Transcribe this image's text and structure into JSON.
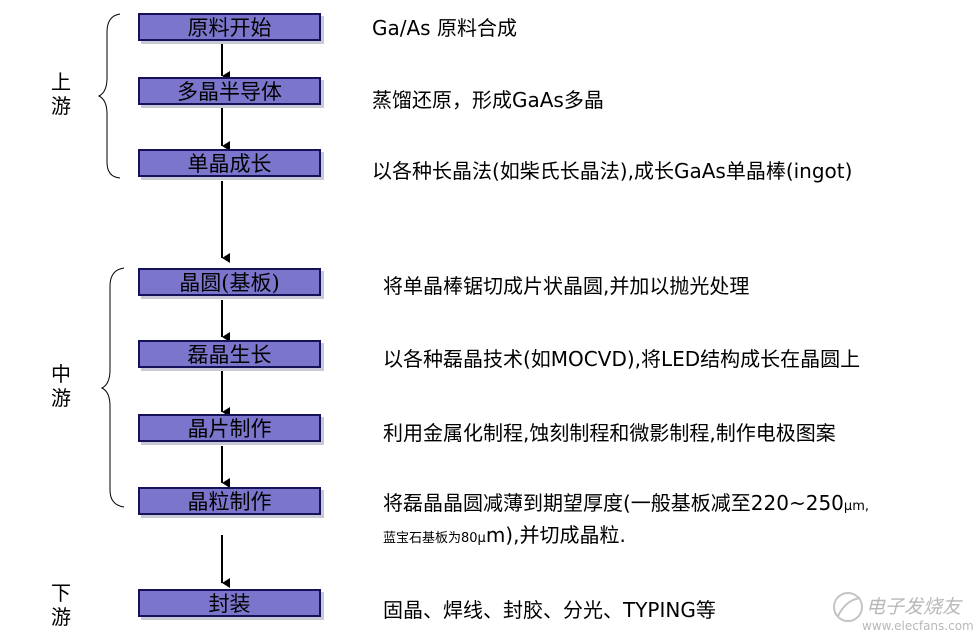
{
  "stages": {
    "upstream": [
      "上",
      "游"
    ],
    "midstream": [
      "中",
      "游"
    ],
    "downstream": [
      "下",
      "游"
    ]
  },
  "steps": [
    {
      "label": "原料开始",
      "desc": "Ga/As  原料合成"
    },
    {
      "label": "多晶半导体",
      "desc": "蒸馏还原，形成GaAs多晶"
    },
    {
      "label": "单晶成长",
      "desc": "以各种长晶法(如柴氏长晶法),成长GaAs单晶棒(ingot)"
    },
    {
      "label": "晶圆(基板)",
      "desc": "将单晶棒锯切成片状晶圆,并加以抛光处理"
    },
    {
      "label": "磊晶生长",
      "desc": "以各种磊晶技术(如MOCVD),将LED结构成长在晶圆上"
    },
    {
      "label": "晶片制作",
      "desc": "利用金属化制程,蚀刻制程和微影制程,制作电极图案"
    },
    {
      "label": "晶粒制作",
      "desc": "将磊晶晶圆减薄到期望厚度(一般基板减至220~250",
      "desc_unit": "μm,",
      "desc_line2_prefix": "蓝宝石基板为80μ",
      "desc_line2_suffix": "m),并切成晶粒."
    },
    {
      "label": "封装",
      "desc": "固晶、焊线、封胶、分光、TYPING等"
    }
  ],
  "watermark": {
    "logo_text": "电子发烧友",
    "url": "www.elecfans.com"
  }
}
